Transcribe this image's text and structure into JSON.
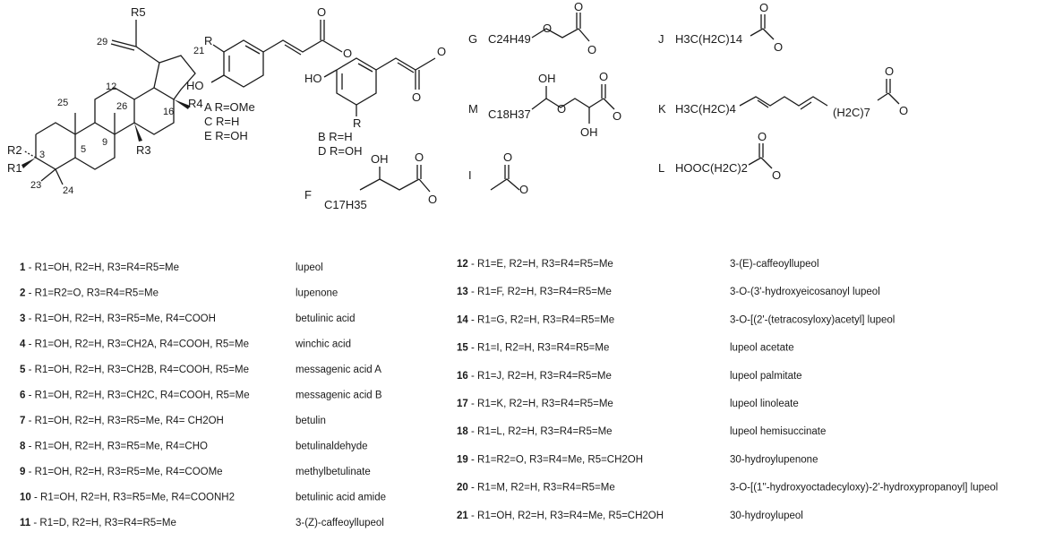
{
  "core": {
    "r1": "R1",
    "r2": "R2",
    "r3": "R3",
    "r4": "R4",
    "r5": "R5",
    "c3": "3",
    "c5": "5",
    "c9": "9",
    "c12": "12",
    "c16": "16",
    "c21": "21",
    "c23": "23",
    "c24": "24",
    "c25": "25",
    "c26": "26",
    "c29": "29"
  },
  "fragments": {
    "cinnamoyl_r": "R",
    "cinnamoyl_ho": "HO",
    "cinnamoyl_o": "O",
    "cinnamoyl_variants": [
      "A  R=OMe",
      "C  R=H",
      "E  R=OH"
    ],
    "cis_ho": "HO",
    "cis_r": "R",
    "cis_o": "O",
    "cis_variants": [
      "B  R=H",
      "D  R=OH"
    ],
    "F_letter": "F",
    "F_oh": "OH",
    "F_o": "O",
    "F_chain": "C17H35",
    "G_letter": "G",
    "G_chain": "C24H49",
    "G_o": "O",
    "M_letter": "M",
    "M_oh": "OH",
    "M_chain": "C18H37",
    "M_o": "O",
    "M_oh2": "OH",
    "I_letter": "I",
    "I_o": "O",
    "J_letter": "J",
    "J_formula": "H3C(H2C)14",
    "J_o": "O",
    "K_letter": "K",
    "K_left": "H3C(H2C)4",
    "K_right": "(H2C)7",
    "K_o": "O",
    "L_letter": "L",
    "L_formula": "HOOC(H2C)2",
    "L_o": "O"
  },
  "compounds_left": [
    {
      "num": "1",
      "subs": "R1=OH, R2=H, R3=R4=R5=Me",
      "name": "lupeol"
    },
    {
      "num": "2",
      "subs": "R1=R2=O, R3=R4=R5=Me",
      "name": "lupenone"
    },
    {
      "num": "3",
      "subs": "R1=OH, R2=H, R3=R5=Me, R4=COOH",
      "name": "betulinic acid"
    },
    {
      "num": "4",
      "subs": "R1=OH, R2=H, R3=CH2A, R4=COOH, R5=Me",
      "name": "winchic acid"
    },
    {
      "num": "5",
      "subs": "R1=OH, R2=H, R3=CH2B, R4=COOH, R5=Me",
      "name": "messagenic acid A"
    },
    {
      "num": "6",
      "subs": "R1=OH, R2=H, R3=CH2C, R4=COOH, R5=Me",
      "name": "messagenic acid B"
    },
    {
      "num": "7",
      "subs": "R1=OH, R2=H, R3=R5=Me, R4= CH2OH",
      "name": "betulin"
    },
    {
      "num": "8",
      "subs": "R1=OH, R2=H, R3=R5=Me, R4=CHO",
      "name": "betulinaldehyde"
    },
    {
      "num": "9",
      "subs": "R1=OH, R2=H, R3=R5=Me, R4=COOMe",
      "name": "methylbetulinate"
    },
    {
      "num": "10",
      "subs": "R1=OH, R2=H, R3=R5=Me, R4=COONH2",
      "name": "betulinic acid amide"
    },
    {
      "num": "11",
      "subs": "R1=D, R2=H, R3=R4=R5=Me",
      "name": "3-(Z)-caffeoyllupeol"
    }
  ],
  "compounds_right": [
    {
      "num": "12",
      "subs": "R1=E, R2=H, R3=R4=R5=Me",
      "name": "3-(E)-caffeoyllupeol"
    },
    {
      "num": "13",
      "subs": "R1=F, R2=H, R3=R4=R5=Me",
      "name": "3-O-(3'-hydroxyeicosanoyl lupeol"
    },
    {
      "num": "14",
      "subs": "R1=G, R2=H, R3=R4=R5=Me",
      "name": "3-O-[(2'-(tetracosyloxy)acetyl] lupeol"
    },
    {
      "num": "15",
      "subs": "R1=I, R2=H, R3=R4=R5=Me",
      "name": "lupeol acetate"
    },
    {
      "num": "16",
      "subs": "R1=J, R2=H, R3=R4=R5=Me",
      "name": "lupeol palmitate"
    },
    {
      "num": "17",
      "subs": "R1=K, R2=H, R3=R4=R5=Me",
      "name": "lupeol linoleate"
    },
    {
      "num": "18",
      "subs": "R1=L, R2=H, R3=R4=R5=Me",
      "name": "lupeol hemisuccinate"
    },
    {
      "num": "19",
      "subs": "R1=R2=O, R3=R4=Me, R5=CH2OH",
      "name": "30-hydroylupenone"
    },
    {
      "num": "20",
      "subs": "R1=M, R2=H, R3=R4=R5=Me",
      "name": "3-O-[(1''-hydroxyoctadecyloxy)-2'-hydroxypropanoyl] lupeol"
    },
    {
      "num": "21",
      "subs": "R1=OH, R2=H, R3=R4=Me, R5=CH2OH",
      "name": "30-hydroylupeol"
    }
  ]
}
